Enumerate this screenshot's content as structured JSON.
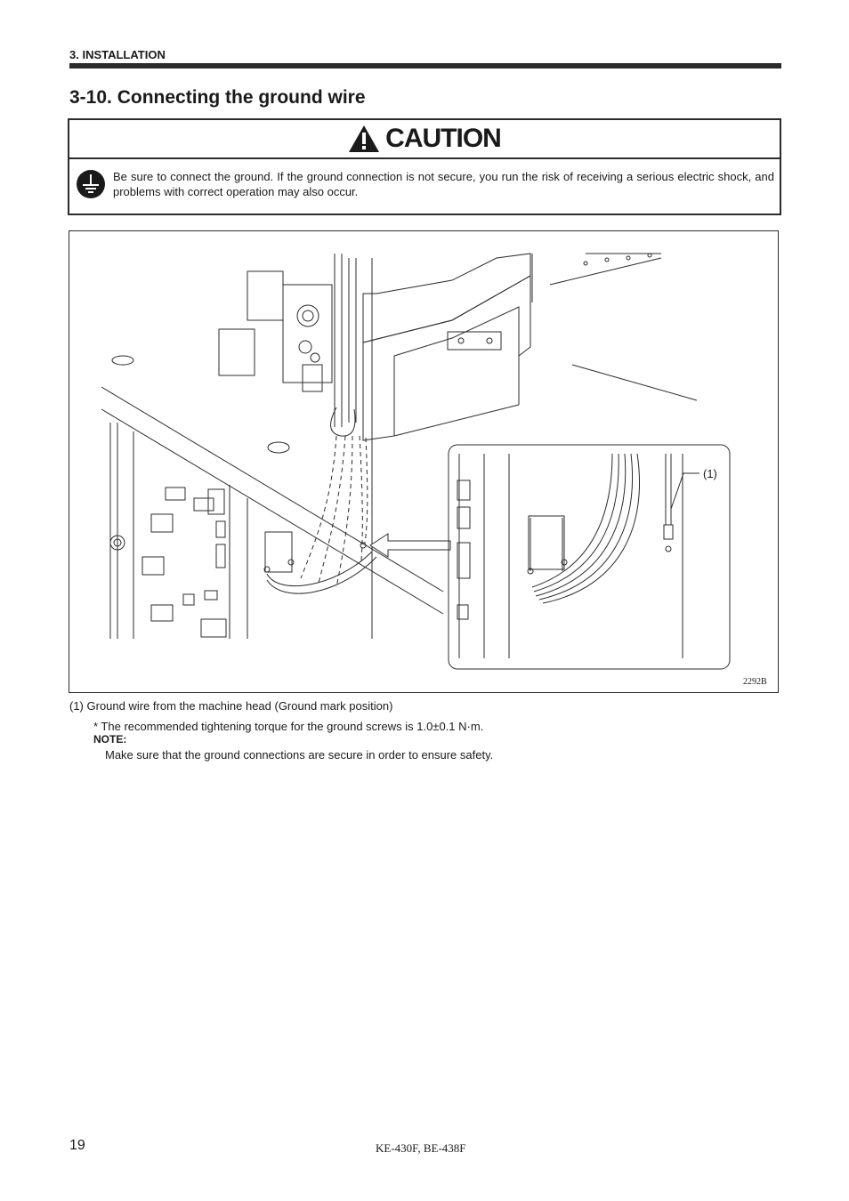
{
  "header": {
    "section": "3. INSTALLATION"
  },
  "title": "3-10. Connecting the ground wire",
  "caution": {
    "title": "CAUTION",
    "icon": "ground-symbol-icon",
    "text": "Be sure to connect the ground. If the ground connection is not secure, you run the risk of receiving a serious electric shock, and problems with correct operation may also occur."
  },
  "figure": {
    "callout_label": "(1)",
    "code": "2292B"
  },
  "callouts": [
    "(1) Ground wire from the machine head (Ground mark position)"
  ],
  "torque_note": "* The recommended tightening torque for the ground screws is 1.0±0.1 N·m.",
  "note": {
    "label": "NOTE:",
    "text": "Make sure that the ground connections are secure in order to ensure safety."
  },
  "footer": {
    "page_number": "19",
    "model": "KE-430F, BE-438F"
  }
}
